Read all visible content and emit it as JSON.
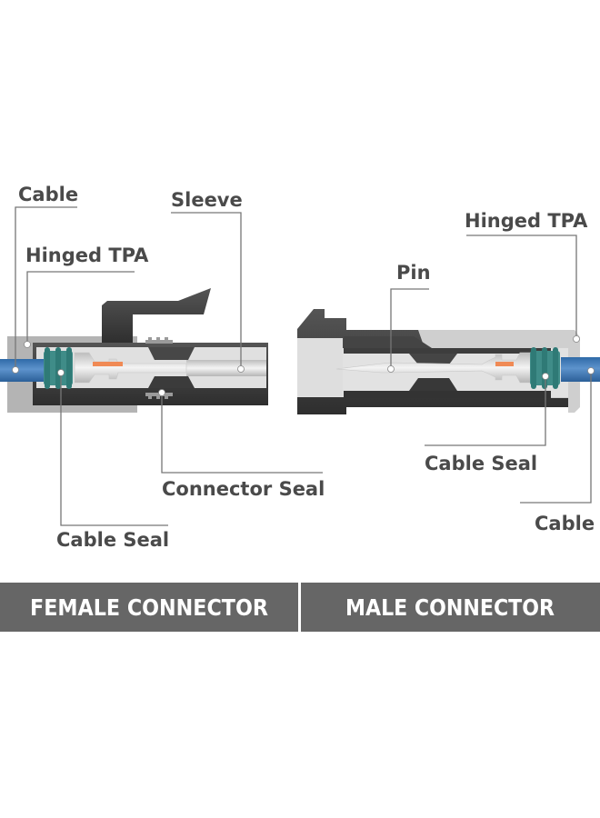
{
  "labels": {
    "female": {
      "cable": "Cable",
      "sleeve": "Sleeve",
      "hinged_tpa": "Hinged TPA",
      "connector_seal": "Connector Seal",
      "cable_seal": "Cable Seal"
    },
    "male": {
      "hinged_tpa": "Hinged TPA",
      "pin": "Pin",
      "cable_seal": "Cable Seal",
      "cable": "Cable"
    }
  },
  "banner": {
    "female": "FEMALE CONNECTOR",
    "male": "MALE CONNECTOR"
  },
  "colors": {
    "body": "#3d3d3d",
    "tpa": "#b4b4b4",
    "cable": "#3f7ab8",
    "seal": "#3f8c88",
    "contact_accent": "#f08a55",
    "banner": "#666666"
  }
}
